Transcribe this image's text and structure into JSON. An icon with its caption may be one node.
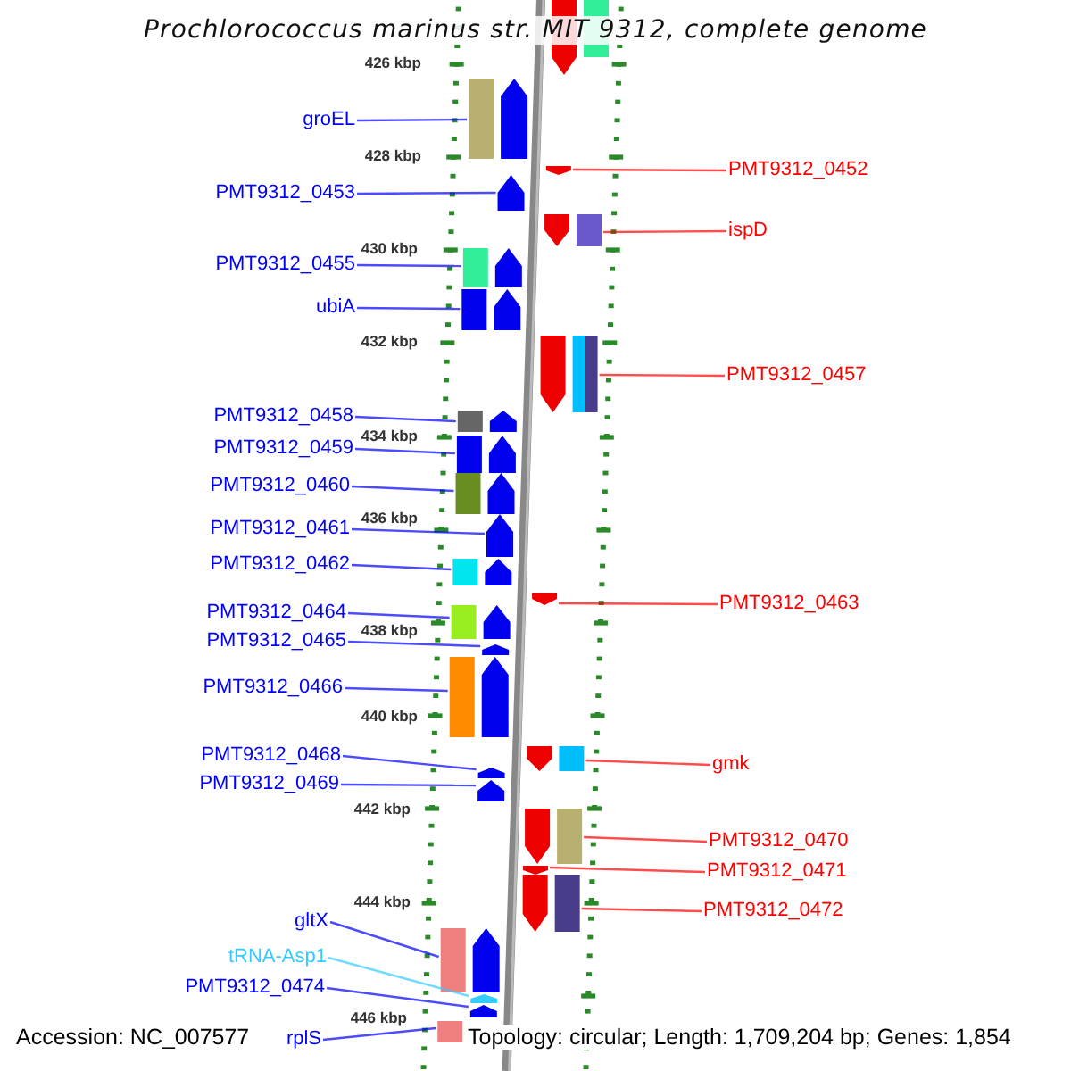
{
  "diagram": {
    "title": "Prochlorococcus marinus str. MIT 9312, complete genome",
    "nodes": [
      {
        "text": [
          "groEL"
        ]
      },
      {
        "text": [
          "PMT9312_0453"
        ]
      },
      {
        "text": [
          "PMT9312_0455"
        ]
      },
      {
        "text": [
          "ubiA"
        ]
      },
      {
        "text": [
          "PMT9312_0458"
        ]
      },
      {
        "text": [
          "PMT9312_0459"
        ]
      },
      {
        "text": [
          "PMT9312_0460"
        ]
      },
      {
        "text": [
          "PMT9312_0461"
        ]
      },
      {
        "text": [
          "PMT9312_0462"
        ]
      },
      {
        "text": [
          "PMT9312_0464"
        ]
      },
      {
        "text": [
          "PMT9312_0465"
        ]
      },
      {
        "text": [
          "PMT9312_0466"
        ]
      },
      {
        "text": [
          "PMT9312_0468"
        ]
      },
      {
        "text": [
          "PMT9312_0469"
        ]
      },
      {
        "text": [
          "gltX"
        ]
      },
      {
        "text": [
          "tRNA-Asp1"
        ]
      },
      {
        "text": [
          "PMT9312_0474"
        ]
      },
      {
        "text": [
          "rplS"
        ]
      },
      {
        "text": [
          "PMT9312_0452"
        ]
      },
      {
        "text": [
          "ispD"
        ]
      },
      {
        "text": [
          "PMT9312_0457"
        ]
      },
      {
        "text": [
          "PMT9312_0463"
        ]
      },
      {
        "text": [
          "gmk"
        ]
      },
      {
        "text": [
          "PMT9312_0470"
        ]
      },
      {
        "text": [
          "PMT9312_0471"
        ]
      },
      {
        "text": [
          "PMT9312_0472"
        ]
      },
      {
        "text": [],
        "shape": "bar"
      },
      {
        "text": [],
        "shape": "bar"
      },
      {
        "text": [],
        "shape": "bar"
      },
      {
        "text": [],
        "shape": "bar"
      },
      {
        "text": [],
        "shape": "bar"
      },
      {
        "text": [],
        "shape": "bar"
      },
      {
        "text": [],
        "shape": "bar"
      },
      {
        "text": [],
        "shape": "bar"
      },
      {
        "text": [],
        "shape": "bar"
      },
      {
        "text": [],
        "shape": "bar"
      },
      {
        "text": [],
        "shape": "bar"
      },
      {
        "text": [],
        "shape": "bar"
      },
      {
        "text": [],
        "shape": "bar"
      },
      {
        "text": [],
        "shape": "bar"
      },
      {
        "text": [],
        "shape": "bar"
      },
      {
        "text": [],
        "shape": "bar"
      },
      {
        "text": [],
        "shape": "bar"
      },
      {
        "text": [],
        "shape": "bar"
      },
      {
        "text": [],
        "shape": "bar"
      },
      {
        "text": [],
        "shape": "bar"
      },
      {
        "text": [],
        "shape": "bar"
      },
      {
        "text": [],
        "shape": "bar"
      },
      {
        "text": [],
        "shape": "bar"
      },
      {
        "text": [],
        "shape": "bar"
      },
      {
        "text": [],
        "shape": "bar"
      },
      {
        "text": [],
        "shape": "bar"
      },
      {
        "text": [],
        "shape": "bar"
      }
    ],
    "edges": [
      {
        "from": 0,
        "to": 26,
        "arrow": "none"
      },
      {
        "from": 1,
        "to": 27,
        "arrow": "none"
      },
      {
        "from": 2,
        "to": 28,
        "arrow": "none"
      },
      {
        "from": 3,
        "to": 29,
        "arrow": "none"
      },
      {
        "from": 4,
        "to": 30,
        "arrow": "none"
      },
      {
        "from": 5,
        "to": 31,
        "arrow": "none"
      },
      {
        "from": 6,
        "to": 32,
        "arrow": "none"
      },
      {
        "from": 7,
        "to": 33,
        "arrow": "none"
      },
      {
        "from": 8,
        "to": 34,
        "arrow": "none"
      },
      {
        "from": 9,
        "to": 35,
        "arrow": "none"
      },
      {
        "from": 10,
        "to": 36,
        "arrow": "none"
      },
      {
        "from": 11,
        "to": 37,
        "arrow": "none"
      },
      {
        "from": 12,
        "to": 38,
        "arrow": "none"
      },
      {
        "from": 13,
        "to": 39,
        "arrow": "none"
      },
      {
        "from": 14,
        "to": 40,
        "arrow": "none"
      },
      {
        "from": 15,
        "to": 41,
        "arrow": "none",
        "color": "#33ccff"
      },
      {
        "from": 16,
        "to": 42,
        "arrow": "none"
      },
      {
        "from": 17,
        "to": 43,
        "arrow": "none"
      },
      {
        "from": 18,
        "to": 44,
        "arrow": "none",
        "color": "#ff0000"
      },
      {
        "from": 19,
        "to": 45,
        "arrow": "none",
        "color": "#ff0000"
      },
      {
        "from": 20,
        "to": 46,
        "arrow": "none",
        "color": "#ff0000"
      },
      {
        "from": 21,
        "to": 47,
        "arrow": "none",
        "color": "#ff0000"
      },
      {
        "from": 22,
        "to": 48,
        "arrow": "none",
        "color": "#ff0000"
      },
      {
        "from": 23,
        "to": 49,
        "arrow": "none",
        "color": "#ff0000"
      },
      {
        "from": 24,
        "to": 50,
        "arrow": "none",
        "color": "#ff0000"
      },
      {
        "from": 25,
        "to": 51,
        "arrow": "none",
        "color": "#ff0000"
      }
    ],
    "labels": [
      "426 kbp",
      "428 kbp",
      "430 kbp",
      "432 kbp",
      "434 kbp",
      "436 kbp",
      "438 kbp",
      "440 kbp",
      "442 kbp",
      "444 kbp",
      "446 kbp",
      "Accession: NC_007577",
      "Topology: circular; Length: 1,709,204 bp; Genes: 1,854"
    ]
  }
}
